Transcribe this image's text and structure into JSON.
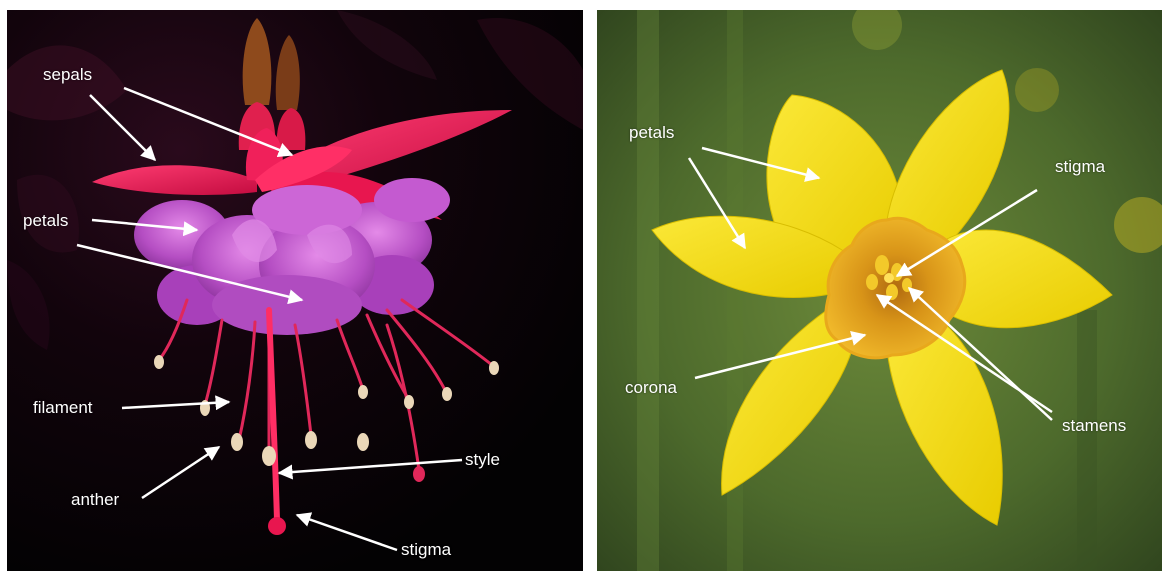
{
  "left_panel": {
    "subject": "fuchsia flower",
    "background_color": "#050304",
    "labels": {
      "sepals": "sepals",
      "petals": "petals",
      "filament": "filament",
      "anther": "anther",
      "style": "style",
      "stigma": "stigma"
    }
  },
  "right_panel": {
    "subject": "daffodil flower",
    "background_color": "#4d6a2c",
    "labels": {
      "petals": "petals",
      "stigma": "stigma",
      "corona": "corona",
      "stamens": "stamens"
    }
  },
  "colors": {
    "sepal": "#e8164f",
    "petal": "#b84fc4",
    "petal_light": "#d87ae0",
    "daffodil_petal": "#f2dc10",
    "corona": "#e4a418",
    "label_text": "#ffffff",
    "arrow": "#ffffff"
  }
}
